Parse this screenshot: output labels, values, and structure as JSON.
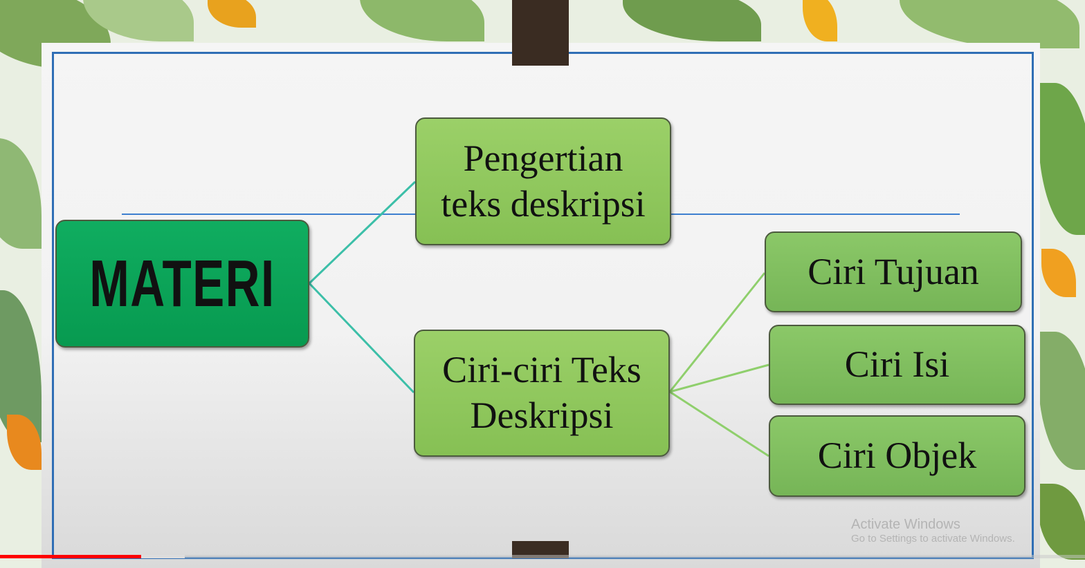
{
  "diagram": {
    "root": "MATERI",
    "branches": [
      {
        "label": "Pengertian teks deskripsi",
        "line1": "Pengertian",
        "line2": "teks deskripsi"
      },
      {
        "label": "Ciri-ciri Teks Deskripsi",
        "line1": "Ciri-ciri Teks",
        "line2": "Deskripsi",
        "children": [
          "Ciri Tujuan",
          "Ciri Isi",
          "Ciri Objek"
        ]
      }
    ]
  },
  "watermark": {
    "title": "Activate Windows",
    "subtitle": "Go to Settings to activate Windows."
  },
  "video": {
    "played_fraction": 0.13,
    "buffered_fraction": 0.17
  },
  "colors": {
    "root": "#0aa356",
    "branch": "#8dc65c",
    "frame": "#2f6eb5",
    "progress": "#ff0000"
  }
}
